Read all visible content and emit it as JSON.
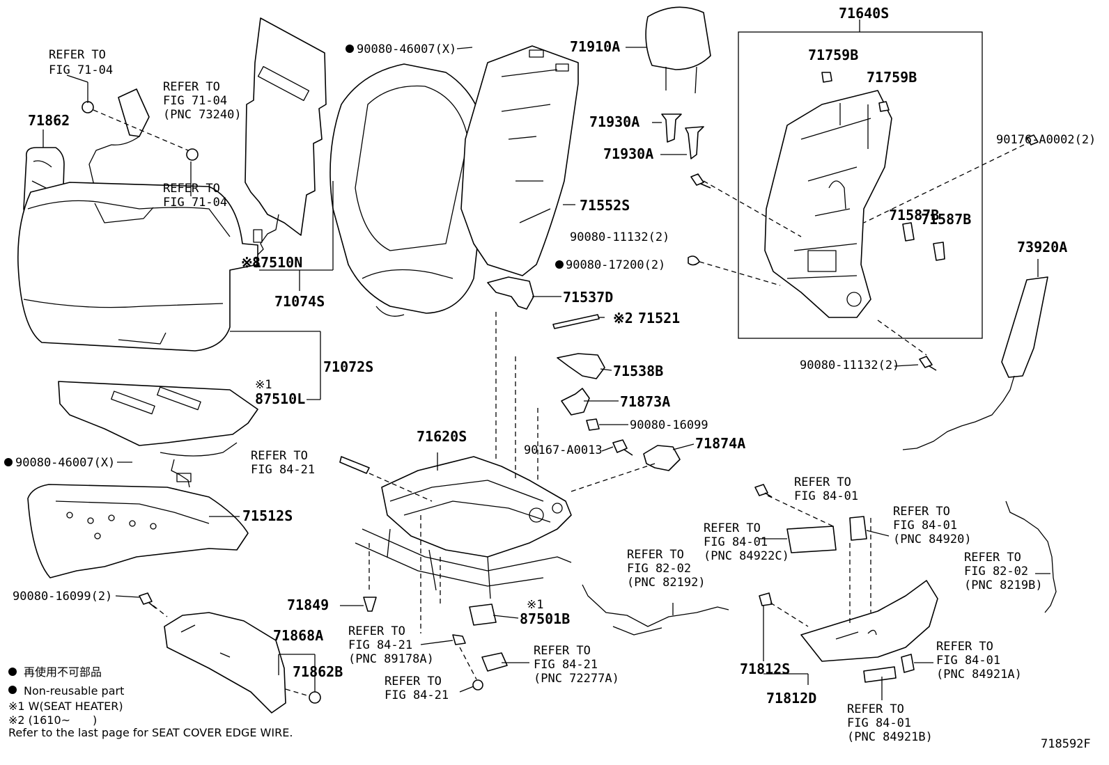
{
  "diagram_code": "718592F",
  "parts": {
    "p71862": "71862",
    "p71640S": "71640S",
    "p71759B_1": "71759B",
    "p71759B_2": "71759B",
    "p71910A": "71910A",
    "p71930A_1": "71930A",
    "p71930A_2": "71930A",
    "p71552S": "71552S",
    "p90176": "90176-A0002(2)",
    "p71587B_1": "71587B",
    "p71587B_2": "71587B",
    "p90080_11132a": "90080-11132(2)",
    "p90080_17200": "90080-17200(2)",
    "p73920A": "73920A",
    "p87510N": "87510N",
    "p87510N_mark": "※1",
    "p71074S": "71074S",
    "p71537D": "71537D",
    "p71521": "71521",
    "p71521_mark": "※2",
    "p90080_11132b": "90080-11132(2)",
    "p71072S": "71072S",
    "p71538B": "71538B",
    "p87510L": "87510L",
    "p87510L_mark": "※1",
    "p71873A": "71873A",
    "p90080_16099a": "90080-16099",
    "p90167": "90167-A0013",
    "p71874A": "71874A",
    "p90080_46007a": "90080-46007(X)",
    "p90080_46007b": "90080-46007(X)",
    "p71620S": "71620S",
    "p71512S": "71512S",
    "p90080_16099b": "90080-16099(2)",
    "p71849": "71849",
    "p87501B": "87501B",
    "p87501B_mark": "※1",
    "p71868A": "71868A",
    "p71862B": "71862B",
    "p71812S": "71812S",
    "p71812D": "71812D"
  },
  "refs": {
    "r1": [
      "REFER TO",
      "FIG 71-04"
    ],
    "r2": [
      "REFER TO",
      "FIG 71-04",
      "(PNC 73240)"
    ],
    "r3": [
      "REFER TO",
      "FIG 71-04"
    ],
    "r4": [
      "REFER TO",
      "FIG 84-21"
    ],
    "r5": [
      "REFER TO",
      "FIG 84-01"
    ],
    "r6": [
      "REFER TO",
      "FIG 84-01",
      "(PNC 84920)"
    ],
    "r7": [
      "REFER TO",
      "FIG 84-01",
      "(PNC 84922C)"
    ],
    "r8": [
      "REFER TO",
      "FIG 82-02",
      "(PNC 82192)"
    ],
    "r9": [
      "REFER TO",
      "FIG 82-02",
      "(PNC 8219B)"
    ],
    "r10": [
      "REFER TO",
      "FIG 84-21",
      "(PNC 89178A)"
    ],
    "r11": [
      "REFER TO",
      "FIG 84-21",
      "(PNC 72277A)"
    ],
    "r12": [
      "REFER TO",
      "FIG 84-21"
    ],
    "r13": [
      "REFER TO",
      "FIG 84-01",
      "(PNC 84921A)"
    ],
    "r14": [
      "REFER TO",
      "FIG 84-01",
      "(PNC 84921B)"
    ]
  },
  "legend": {
    "jp": "再使用不可部品",
    "en": "Non-reusable part",
    "note1": "※1 W(SEAT HEATER)",
    "note2": "※2 (1610~　　)",
    "edge": "Refer to the last page for SEAT COVER EDGE WIRE."
  }
}
